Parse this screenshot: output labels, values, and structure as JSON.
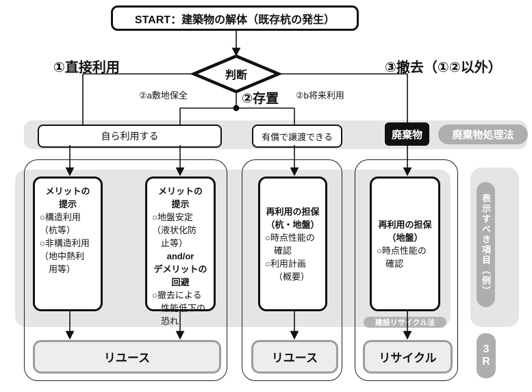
{
  "title": {
    "start": "START：建築物の解体（既存杭の発生）"
  },
  "decision": {
    "label": "判断"
  },
  "branches": {
    "direct_use": "①直接利用",
    "leave_in_place": "②存置",
    "site_preservation": "②a敷地保全",
    "future_use": "②b将来利用",
    "removal": "③撤去（①②以外）"
  },
  "row1": {
    "self_use": "自ら利用する",
    "paid_transfer": "有償で譲渡できる",
    "waste": "廃棄物",
    "waste_law": "廃棄物処理法"
  },
  "boxes": {
    "merit1": {
      "lines": [
        {
          "text": "メリットの",
          "bold": 1,
          "center": 1
        },
        {
          "text": "提示",
          "bold": 1,
          "center": 1
        },
        {
          "text": "○構造利用",
          "bold": 0,
          "center": 0
        },
        {
          "text": "（杭等）",
          "bold": 0,
          "center": 0
        },
        {
          "text": "○非構造利用",
          "bold": 0,
          "center": 0
        },
        {
          "text": "（地中熱利",
          "bold": 0,
          "center": 0
        },
        {
          "text": "用等）",
          "bold": 0,
          "center": 0,
          "indent": 1
        }
      ]
    },
    "merit2": {
      "lines": [
        {
          "text": "メリットの",
          "bold": 1,
          "center": 1
        },
        {
          "text": "提示",
          "bold": 1,
          "center": 1
        },
        {
          "text": "○地盤安定",
          "bold": 0,
          "center": 0
        },
        {
          "text": "（液状化防",
          "bold": 0,
          "center": 0
        },
        {
          "text": "止等）",
          "bold": 0,
          "center": 0,
          "indent": 1
        },
        {
          "text": "and/or",
          "bold": 1,
          "center": 1
        },
        {
          "text": "デメリットの",
          "bold": 1,
          "center": 1
        },
        {
          "text": "回避",
          "bold": 1,
          "center": 1
        },
        {
          "text": "○撤去による",
          "bold": 0,
          "center": 0
        },
        {
          "text": "性能低下の",
          "bold": 0,
          "center": 0,
          "indent": 1
        },
        {
          "text": "恐れ",
          "bold": 0,
          "center": 0,
          "indent": 1
        }
      ]
    },
    "reuse_guarantee_pile": {
      "lines": [
        {
          "text": "再利用の担保",
          "bold": 1,
          "center": 1
        },
        {
          "text": "（杭・地盤）",
          "bold": 1,
          "center": 1
        },
        {
          "text": "○時点性能の",
          "bold": 0,
          "center": 0
        },
        {
          "text": "確認",
          "bold": 0,
          "center": 0,
          "indent": 1
        },
        {
          "text": "○利用計画",
          "bold": 0,
          "center": 0
        },
        {
          "text": "（概要）",
          "bold": 0,
          "center": 0,
          "indent": 1
        }
      ]
    },
    "reuse_guarantee_ground": {
      "lines": [
        {
          "text": "再利用の担保",
          "bold": 1,
          "center": 1
        },
        {
          "text": "（地盤）",
          "bold": 1,
          "center": 1
        },
        {
          "text": "○時点性能の",
          "bold": 0,
          "center": 0
        },
        {
          "text": "確認",
          "bold": 0,
          "center": 0,
          "indent": 1
        }
      ]
    }
  },
  "labels": {
    "recycle_law": "建設リサイクル法",
    "sidebar": "表示すべき項目（例）",
    "badge_3r_top": "3",
    "badge_3r_bottom": "R"
  },
  "outcomes": {
    "reuse_left": "リユース",
    "reuse_mid": "リユース",
    "recycle": "リサイクル"
  },
  "colors": {
    "band_gray": "#e5e5e5",
    "pill_gray": "#aeaeae",
    "line_black": "#111111",
    "outcome_fill": "#ededed",
    "outcome_border": "#9c9c9c"
  }
}
